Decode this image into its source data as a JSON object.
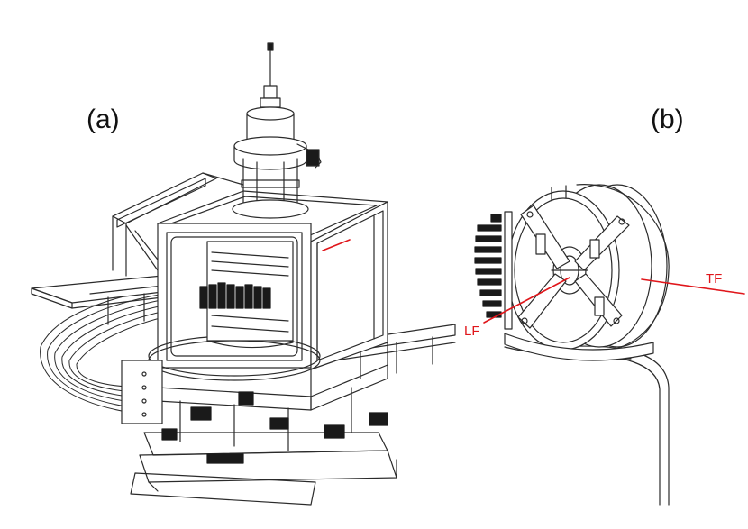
{
  "panels": [
    {
      "label": "(a)"
    },
    {
      "label": "(b)"
    }
  ],
  "callouts": [
    {
      "text": "LF"
    },
    {
      "text": "TF"
    }
  ],
  "colors": {
    "line": "#2b2b2b",
    "callout": "#e0161b",
    "background": "#ffffff"
  }
}
